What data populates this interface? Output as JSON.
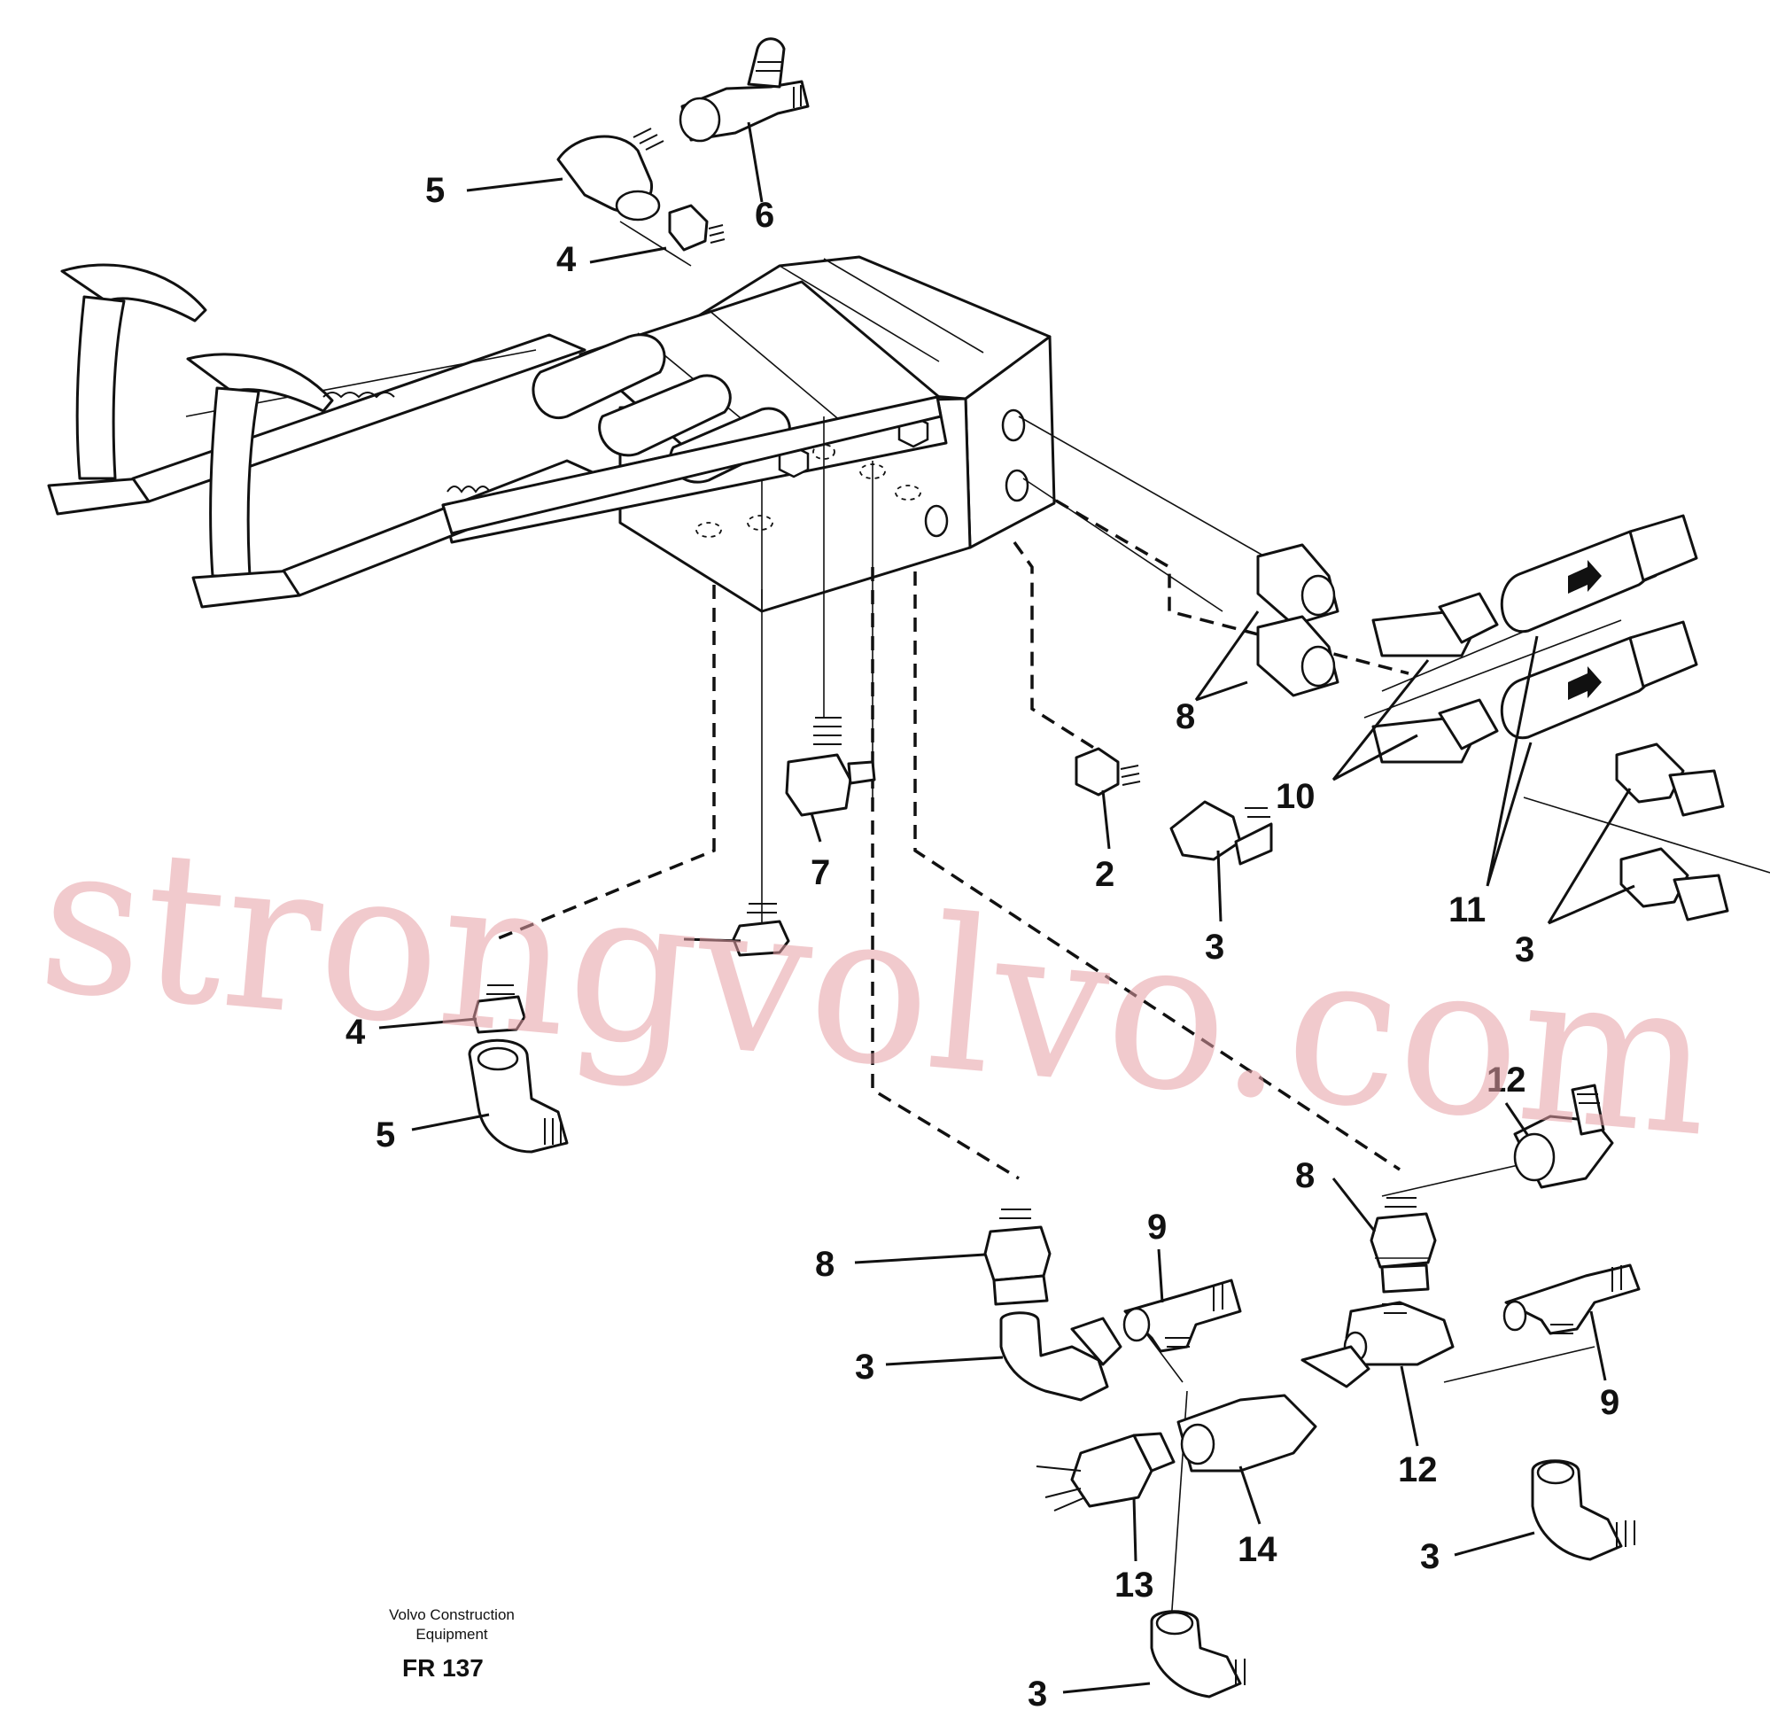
{
  "callouts": [
    {
      "id": "c5a",
      "label": "5"
    },
    {
      "id": "c6",
      "label": "6"
    },
    {
      "id": "c4a",
      "label": "4"
    },
    {
      "id": "c8a",
      "label": "8"
    },
    {
      "id": "c10",
      "label": "10"
    },
    {
      "id": "c2",
      "label": "2"
    },
    {
      "id": "c3a",
      "label": "3"
    },
    {
      "id": "c11",
      "label": "11"
    },
    {
      "id": "c3b",
      "label": "3"
    },
    {
      "id": "c7",
      "label": "7"
    },
    {
      "id": "c4b",
      "label": "4"
    },
    {
      "id": "c5b",
      "label": "5"
    },
    {
      "id": "c12a",
      "label": "12"
    },
    {
      "id": "c8b",
      "label": "8"
    },
    {
      "id": "c9a",
      "label": "9"
    },
    {
      "id": "c8c",
      "label": "8"
    },
    {
      "id": "c3c",
      "label": "3"
    },
    {
      "id": "c12b",
      "label": "12"
    },
    {
      "id": "c9b",
      "label": "9"
    },
    {
      "id": "c14",
      "label": "14"
    },
    {
      "id": "c13",
      "label": "13"
    },
    {
      "id": "c3d",
      "label": "3"
    },
    {
      "id": "c3e",
      "label": "3"
    }
  ],
  "caption": {
    "maker_line1": "Volvo Construction",
    "maker_line2": "Equipment",
    "figure_number": "FR 137"
  },
  "watermark": "strongvolvo.com",
  "colors": {
    "ink": "#111111",
    "watermark": "#e7a0a6",
    "background": "#ffffff"
  }
}
